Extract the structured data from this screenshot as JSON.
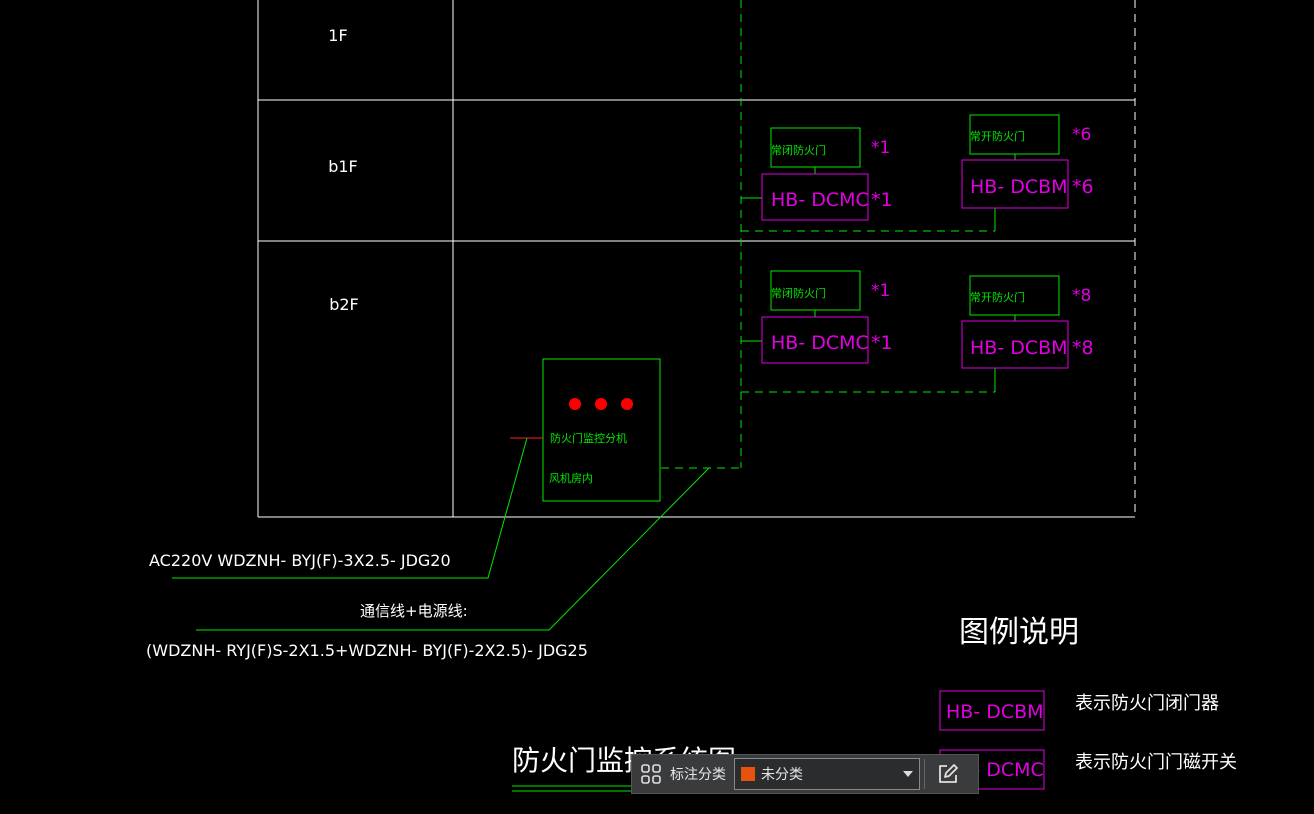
{
  "drawing": {
    "floors": [
      "1F",
      "b1F",
      "b2F"
    ],
    "b1f_devices": {
      "left_box_text": "常闭防火门",
      "left_box_mult": "*1",
      "left_tag": "HB- DCMC",
      "left_tag_mult": "*1",
      "right_box_text": "常开防火门",
      "right_box_mult": "*6",
      "right_tag": "HB- DCBM",
      "right_tag_mult": "*6"
    },
    "b2f_devices": {
      "left_box_text": "常闭防火门",
      "left_box_mult": "*1",
      "left_tag": "HB- DCMC",
      "left_tag_mult": "*1",
      "right_box_text": "常开防火门",
      "right_box_mult": "*8",
      "right_tag": "HB- DCBM",
      "right_tag_mult": "*8"
    },
    "controller": {
      "line1": "防火门监控分机",
      "line2": "风机房内"
    },
    "cable_power": "AC220V  WDZNH- BYJ(F)-3X2.5- JDG20",
    "cable_comm_label": "通信线+电源线:",
    "cable_comm_spec": "(WDZNH- RYJ(F)S-2X1.5+WDZNH- BYJ(F)-2X2.5)- JDG25",
    "legend": {
      "title": "图例说明",
      "items": [
        {
          "tag": "HB- DCBM",
          "desc": "表示防火门闭门器"
        },
        {
          "tag": "HB- DCMC",
          "desc": "表示防火门门磁开关"
        }
      ]
    },
    "drawing_title": "防火门监控系统图",
    "colors": {
      "background": "#000000",
      "white_lines": "#ffffff",
      "green": "#00e600",
      "magenta": "#e000e0",
      "red": "#ff0000"
    }
  },
  "toolbar": {
    "grid_icon": "grid-icon",
    "label": "标注分类",
    "select_value": "未分类",
    "select_swatch": "#e8520f",
    "edit_icon": "edit-icon"
  }
}
